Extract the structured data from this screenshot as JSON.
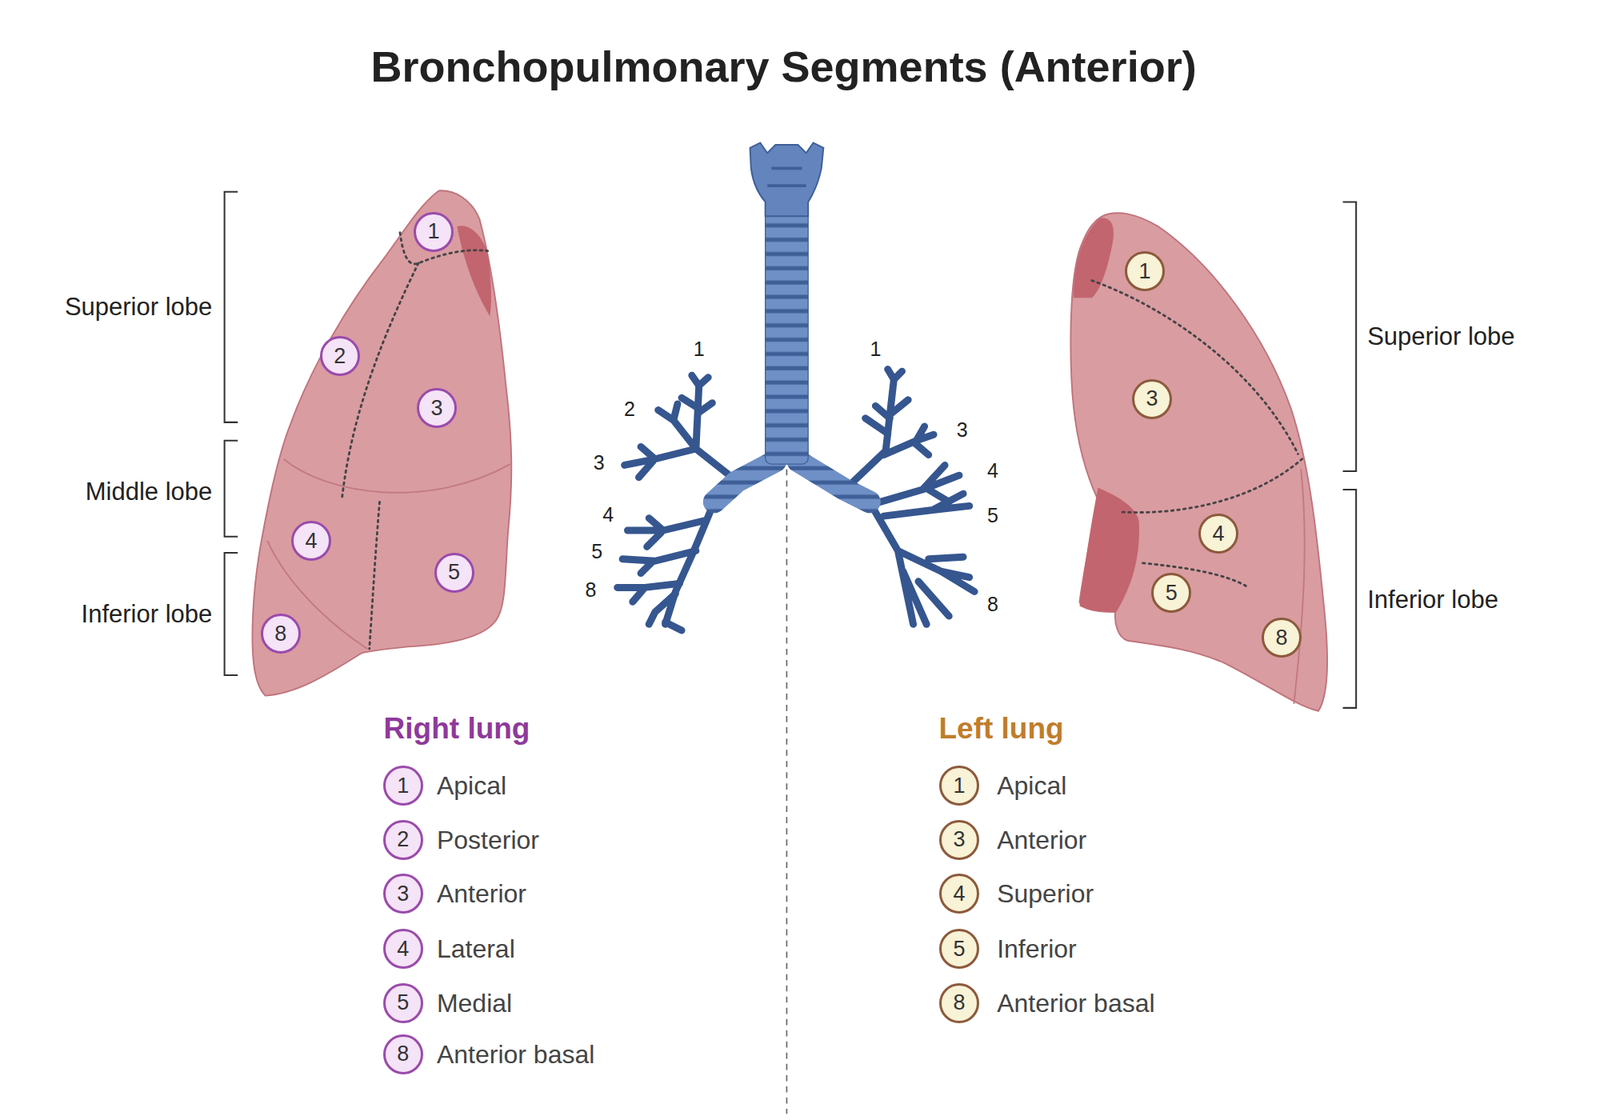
{
  "diagram": {
    "title": "Bronchopulmonary Segments (Anterior)",
    "nodes": [
      {
        "text": [
          "1"
        ]
      },
      {
        "text": [
          "2"
        ]
      },
      {
        "text": [
          "3"
        ]
      },
      {
        "text": [
          "4"
        ]
      },
      {
        "text": [
          "5"
        ]
      },
      {
        "text": [
          "8"
        ]
      },
      {
        "text": [
          "1"
        ]
      },
      {
        "text": [
          "3"
        ]
      },
      {
        "text": [
          "4"
        ]
      },
      {
        "text": [
          "5"
        ]
      },
      {
        "text": [
          "8"
        ]
      },
      {
        "text": [
          "1"
        ]
      },
      {
        "text": [
          "2"
        ]
      },
      {
        "text": [
          "3"
        ]
      },
      {
        "text": [
          "4"
        ]
      },
      {
        "text": [
          "5"
        ]
      },
      {
        "text": [
          "8"
        ]
      },
      {
        "text": [
          "1"
        ]
      },
      {
        "text": [
          "3"
        ]
      },
      {
        "text": [
          "4"
        ]
      },
      {
        "text": [
          "5"
        ]
      },
      {
        "text": [
          "8"
        ]
      }
    ],
    "labels": [
      "Superior lobe",
      "Middle lobe",
      "Inferior lobe",
      "1",
      "2",
      "3",
      "4",
      "5",
      "8",
      "1",
      "3",
      "4",
      "5",
      "8",
      "Superior lobe",
      "Inferior lobe",
      "Right lung",
      "Apical",
      "Posterior",
      "Anterior",
      "Lateral",
      "Medial",
      "Anterior basal",
      "Left lung",
      "Apical",
      "Anterior",
      "Superior",
      "Inferior",
      "Anterior basal"
    ]
  }
}
